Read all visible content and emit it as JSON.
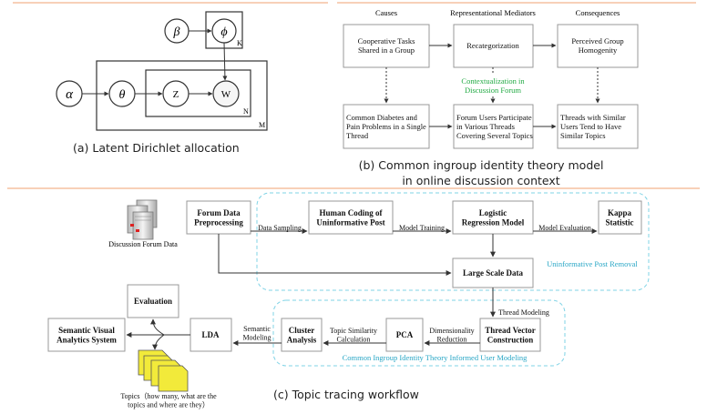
{
  "colors": {
    "accent_line": "#f0a070",
    "dashed_region": "#7fd3e6",
    "green_text": "#22aa44",
    "blue_text": "#2aa7c6",
    "doc_yellow": "#f2ea3a"
  },
  "panel_a": {
    "caption": "(a) Latent Dirichlet allocation",
    "nodes": {
      "beta": "β",
      "phi": "ϕ",
      "alpha": "α",
      "theta": "θ",
      "z": "Z",
      "w": "W"
    },
    "plates": {
      "k": "K",
      "n": "N",
      "m": "M"
    }
  },
  "panel_b": {
    "caption_line1": "(b) Common  ingroup identity theory model",
    "caption_line2": "in online discussion context",
    "headers": {
      "causes": "Causes",
      "mediators": "Representational Mediators",
      "consequences": "Consequences"
    },
    "boxes": {
      "cooperative": [
        "Cooperative Tasks",
        "Shared in a Group"
      ],
      "recategorization": [
        "Recategorization"
      ],
      "homogeneity": [
        "Perceived Group",
        "Homogenity"
      ],
      "diabetes": [
        "Common Diabetes and",
        "Pain Problems in a Single",
        "Thread"
      ],
      "forum_users": [
        "Forum Users Participate",
        "in Various Threads",
        "Covering Several Topics"
      ],
      "similar_users": [
        "Threads with Similar",
        "Users Tend to Have",
        "Similar Topics"
      ]
    },
    "contextualization": [
      "Contextualization in",
      "Discussion Forum"
    ]
  },
  "panel_c": {
    "caption": "(c) Topic tracing workflow",
    "server_label": "Discussion Forum Data",
    "boxes": {
      "preprocessing": [
        "Forum Data",
        "Preprocessing"
      ],
      "human_coding": [
        "Human Coding of",
        "Uninformative Post"
      ],
      "logistic": [
        "Logistic",
        "Regression Model"
      ],
      "kappa": [
        "Kappa",
        "Statistic"
      ],
      "large_scale": [
        "Large Scale Data"
      ],
      "thread_vector": [
        "Thread Vector",
        "Construction"
      ],
      "pca": [
        "PCA"
      ],
      "cluster": [
        "Cluster",
        "Analysis"
      ],
      "lda": [
        "LDA"
      ],
      "semantic_visual": [
        "Semantic Visual",
        "Analytics System"
      ],
      "evaluation": [
        "Evaluation"
      ]
    },
    "edge_labels": {
      "data_sampling": [
        "Data Sampling"
      ],
      "model_training": [
        "Model Training"
      ],
      "model_evaluation": [
        "Model Evaluation"
      ],
      "thread_modeling": [
        "Thread Modeling"
      ],
      "dimensionality": [
        "Dimensionality",
        "Reduction"
      ],
      "topic_similarity": [
        "Topic Similarity",
        "Calculation"
      ],
      "semantic_modeling": [
        "Semantic",
        "Modeling"
      ]
    },
    "region_labels": {
      "uninformative": "Uninformative Post Removal",
      "user_modeling": "Common Ingroup Identity Theory Informed User Modeling"
    },
    "topics_label": [
      "Topics（how many, what are the",
      "topics and where are they）"
    ]
  }
}
